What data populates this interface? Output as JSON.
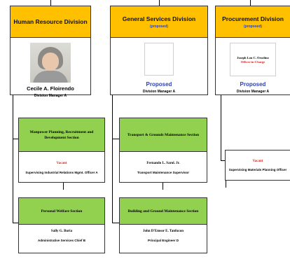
{
  "divisions": {
    "hr": {
      "title": "Human Resource Division",
      "name": "Cecile A. Floirendo",
      "position": "Division Manager A"
    },
    "gs": {
      "title": "General Services Division",
      "subtitle": "(proposed)",
      "head": "Proposed",
      "position": "Division Manager A"
    },
    "proc": {
      "title": "Procurement Division",
      "subtitle": "(proposed)",
      "oic_name": "Joseph Lou C. Orsolino",
      "oic_role": "Officer-in-Charge",
      "head": "Proposed",
      "position": "Division Manager A"
    }
  },
  "sections": {
    "manpower": {
      "title": "Manpower Planning, Recruitment and Development Section",
      "person": "Vacant",
      "position": "Supervising Industrial Relations Mgmt. Officer A"
    },
    "welfare": {
      "title": "Personal Welfare Section",
      "person": "Sally G. Boria",
      "position": "Administrative Services Chief B"
    },
    "transport": {
      "title": "Transport & Grounds Maintenance Section",
      "person": "Fernando L. Sarol. Jr.",
      "position": "Transport Maintenance Supervisor"
    },
    "building": {
      "title": "Building and Ground Maintenance Section",
      "person": "John D'Emsor E. Tanfucon",
      "position": "Principal Engineer D"
    },
    "materials": {
      "person": "Vacant",
      "position": "Supervising Materials Planning Officer"
    }
  }
}
